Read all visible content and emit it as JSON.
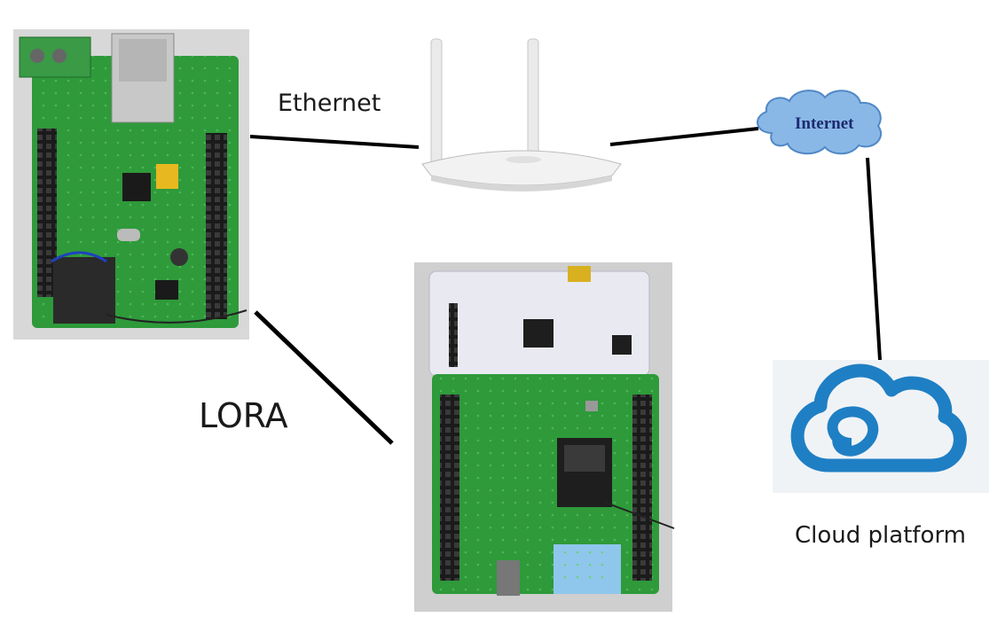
{
  "labels": {
    "ethernet": "Ethernet",
    "lora": "LORA",
    "internet": "Internet",
    "cloud_platform": "Cloud platform"
  },
  "colors": {
    "pcb_green": "#2e9a3a",
    "pcb_white": "#e9e9f2",
    "cloud_blue": "#1f7fc4",
    "internet_cloud": "#8ab8e6",
    "connector_line": "#000000"
  },
  "icons": {
    "gateway": "lora-ethernet-gateway-board-photo",
    "router": "wifi-router-photo",
    "internet": "internet-cloud-icon",
    "node": "lora-sensor-node-board-photo",
    "cloud": "cloud-platform-icon"
  }
}
